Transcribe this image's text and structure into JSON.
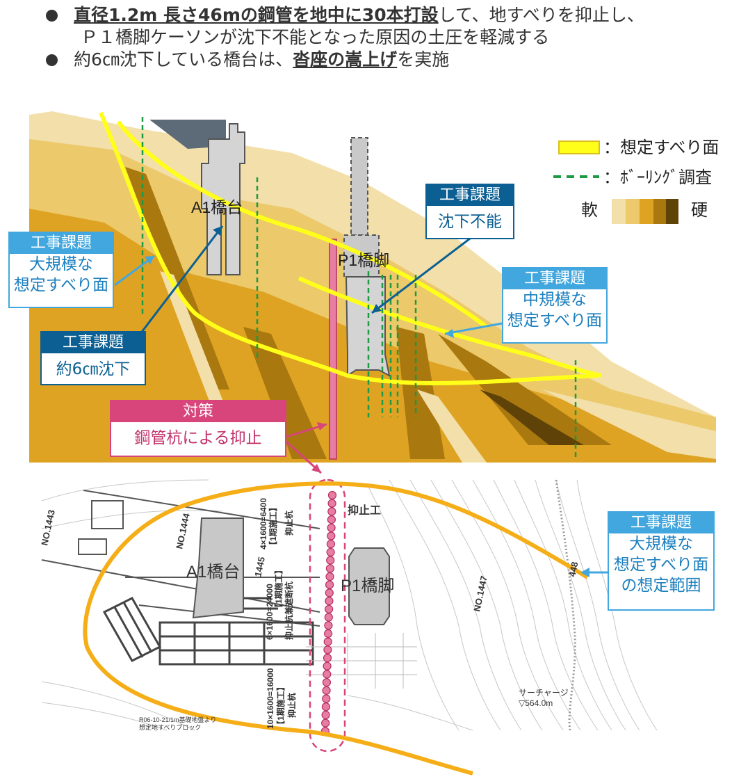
{
  "bullets": {
    "b1_bold": "直径1.2m 長さ46mの鋼管を地中に30本打設",
    "b1_rest": "して、地すべりを抑止し、",
    "b1_line2": "Ｐ１橋脚ケーソンが沈下不能となった原因の土圧を軽減する",
    "b2_pre": "約6㎝沈下している橋台は、",
    "b2_bold": "沓座の嵩上げ",
    "b2_post": "を実施"
  },
  "legend": {
    "slip": "：想定すべり面",
    "boring": "：ﾎﾞｰﾘﾝｸﾞ調査",
    "soft": "軟",
    "hard": "硬"
  },
  "section": {
    "a1_label": "A1橋台",
    "p1_label": "P1橋脚"
  },
  "callouts": {
    "large_slip": {
      "header": "工事課題",
      "body": "大規模な\n想定すべり面"
    },
    "settle6": {
      "header": "工事課題",
      "body": "約6㎝沈下"
    },
    "unsink": {
      "header": "工事課題",
      "body": "沈下不能"
    },
    "medium_slip": {
      "header": "工事課題",
      "body": "中規模な\n想定すべり面"
    },
    "measure": {
      "header": "対策",
      "body": "鋼管杭による抑止"
    },
    "plan_range": {
      "header": "工事課題",
      "body": "大規模な\n想定すべり面\nの想定範囲"
    }
  },
  "plan": {
    "a1_label": "A1橋台",
    "p1_label": "P1橋脚",
    "restraint": "抑止工",
    "no1443": "NO.1443",
    "no1444": "NO.1444",
    "no1445": "1445",
    "no1447": "NO.1447",
    "no1448": "448",
    "phase1a": "【1期施工】",
    "phase1b": "【1期施工】",
    "phase1c": "【1期施工】",
    "pile1": "4×1600=6400",
    "pile2": "6×1600=24000",
    "pile3": "10×1600=16000",
    "pile_word": "抑止杭",
    "pile_word2": "抑止杭兼遮断杭",
    "pile_word3": "抑止杭",
    "surcharge": "サーチャージ",
    "surcharge_level": "▽564.0m",
    "note": "R06-10-21/1m基礎地盤より\n想定地すべりブロック"
  },
  "colors": {
    "soil_soft": "#f3dfa9",
    "soil_light": "#ecc96b",
    "soil_mid": "#dea323",
    "soil_dark": "#a9780f",
    "soil_darkest": "#5e4208",
    "slip_line": "#ffff1a",
    "boring_line": "#1d9a43",
    "callout_light": "#41a7de",
    "callout_dark": "#0b5f92",
    "measure": "#d7457b",
    "range_line": "#f5ae17"
  }
}
